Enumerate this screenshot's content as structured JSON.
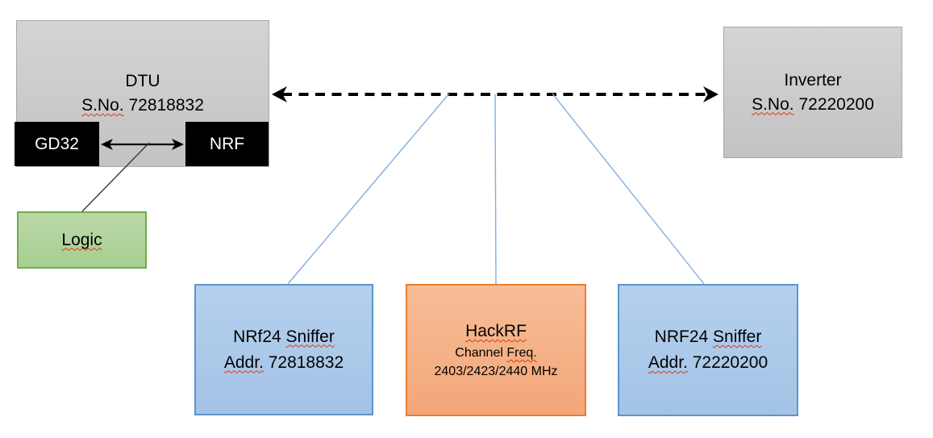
{
  "boxes": {
    "dtu": {
      "name": "DTU",
      "serial_prefix": "S.No.",
      "serial_number": " 72818832"
    },
    "gd32": {
      "label": "GD32"
    },
    "nrf": {
      "label": "NRF"
    },
    "logic": {
      "label": "Logic"
    },
    "inverter": {
      "name": "Inverter",
      "serial_prefix": "S.No.",
      "serial_number": " 72220200"
    },
    "sniffer_left": {
      "model": "NRf24 ",
      "model_wavy": "Sniffer",
      "addr_prefix": "Addr.",
      "addr_number": " 72818832"
    },
    "hackrf": {
      "name": "HackRF",
      "channel_label": "Channel ",
      "channel_label_wavy": "Freq.",
      "frequencies": "2403/2423/2440 MHz"
    },
    "sniffer_right": {
      "model": "NRF24 ",
      "model_wavy": "Sniffer",
      "addr_prefix": "Addr.",
      "addr_number": " 72220200"
    }
  },
  "colors": {
    "device_box_fill": "#cbcbcb",
    "device_box_border": "#a8a8a8",
    "chip_box_fill": "#000000",
    "chip_text": "#ffffff",
    "logic_fill": "#aed29b",
    "logic_border": "#70ad47",
    "sniffer_fill": "#abc9e9",
    "sniffer_border": "#5b95cd",
    "hackrf_fill": "#f5b086",
    "hackrf_border": "#ed7d31",
    "connector_blue": "#84aedd",
    "arrow_black": "#000000",
    "spellcheck_red": "#e2340e"
  }
}
